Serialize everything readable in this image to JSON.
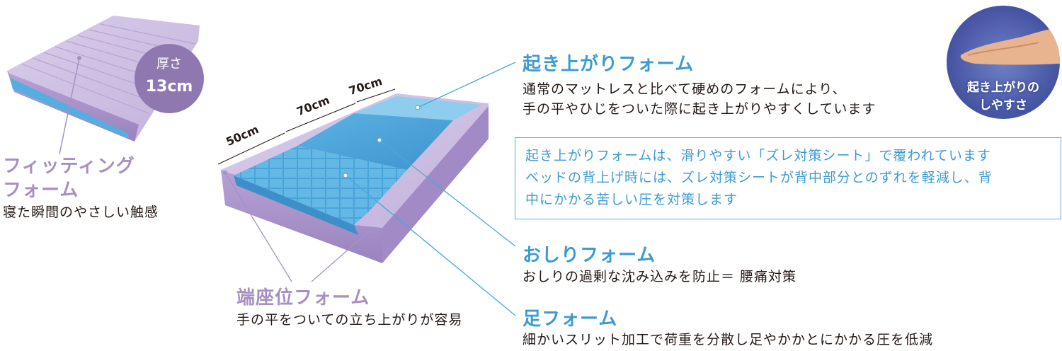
{
  "thickness_badge": {
    "line1": "厚さ",
    "line2": "13cm"
  },
  "dimensions": {
    "d1": "50cm",
    "d2": "70cm",
    "d3": "70cm"
  },
  "fitting": {
    "title_line1": "フィッティング",
    "title_line2": "フォーム",
    "desc": "寝た瞬間のやさしい触感"
  },
  "edge": {
    "title": "端座位フォーム",
    "desc": "手の平をついての立ち上がりが容易"
  },
  "rise": {
    "title": "起き上がりフォーム",
    "desc_line1": "通常のマットレスと比べて硬めのフォームにより、",
    "desc_line2": "手の平やひじをついた際に起き上がりやすくしています"
  },
  "note": {
    "line1": "起き上がりフォームは、滑りやすい「ズレ対策シート」で覆われています",
    "line2": "ベッドの背上げ時には、ズレ対策シートが背中部分とのずれを軽減し、背",
    "line3": "中にかかる苦しい圧を対策します"
  },
  "hip": {
    "title": "おしりフォーム",
    "desc": "おしりの過剰な沈み込みを防止＝ 腰痛対策"
  },
  "foot": {
    "title": "足フォーム",
    "desc": "細かいスリット加工で荷重を分散し足やかかとにかかる圧を低減"
  },
  "photo": {
    "label_line1": "起き上がりの",
    "label_line2": "しやすさ"
  },
  "colors": {
    "purple": "#a790c2",
    "blue": "#3d9bd3",
    "badge": "#8f78b0"
  }
}
